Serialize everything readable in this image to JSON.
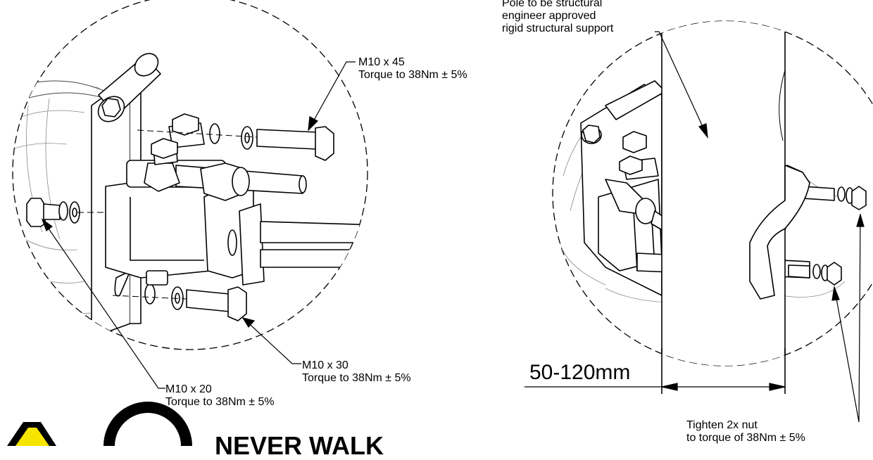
{
  "callouts": {
    "m10x45": {
      "spec": "M10 x 45",
      "torque": "Torque to 38Nm ± 5%"
    },
    "m10x30": {
      "spec": "M10 x 30",
      "torque": "Torque to 38Nm ± 5%"
    },
    "m10x20": {
      "spec": "M10 x 20",
      "torque": "Torque to 38Nm ± 5%"
    },
    "pole": {
      "line1": "Pole to be structural",
      "line2": "engineer approved",
      "line3": "rigid structural support"
    },
    "nut": {
      "line1": "Tighten 2x nut",
      "line2": "to torque of 38Nm ± 5%"
    }
  },
  "dimension": {
    "label": "50-120mm"
  },
  "warning": {
    "text": "NEVER WALK",
    "triangle_color": "#f5e500"
  }
}
